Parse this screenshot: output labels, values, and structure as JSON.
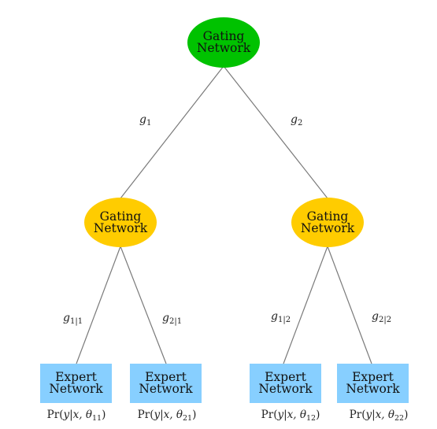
{
  "diagram": {
    "colors": {
      "root_gate": "#00c200",
      "sub_gate": "#ffcc00",
      "expert": "#87cfff",
      "edge": "#7a7a7a"
    },
    "root": {
      "line1": "Gating",
      "line2": "Network"
    },
    "left_gate": {
      "line1": "Gating",
      "line2": "Network",
      "edge_label": {
        "main": "g",
        "sub": "1"
      }
    },
    "right_gate": {
      "line1": "Gating",
      "line2": "Network",
      "edge_label": {
        "main": "g",
        "sub": "2"
      }
    },
    "experts": [
      {
        "line1": "Expert",
        "line2": "Network",
        "gate_label": {
          "main": "g",
          "sub": "1|1"
        },
        "output": {
          "prefix": "Pr(",
          "args": "y|x, θ",
          "sub": "11",
          "suffix": ")"
        }
      },
      {
        "line1": "Expert",
        "line2": "Network",
        "gate_label": {
          "main": "g",
          "sub": "2|1"
        },
        "output": {
          "prefix": "Pr(",
          "args": "y|x, θ",
          "sub": "21",
          "suffix": ")"
        }
      },
      {
        "line1": "Expert",
        "line2": "Network",
        "gate_label": {
          "main": "g",
          "sub": "1|2"
        },
        "output": {
          "prefix": "Pr(",
          "args": "y|x, θ",
          "sub": "12",
          "suffix": ")"
        }
      },
      {
        "line1": "Expert",
        "line2": "Network",
        "gate_label": {
          "main": "g",
          "sub": "2|2"
        },
        "output": {
          "prefix": "Pr(",
          "args": "y|x, θ",
          "sub": "22",
          "suffix": ")"
        }
      }
    ]
  }
}
